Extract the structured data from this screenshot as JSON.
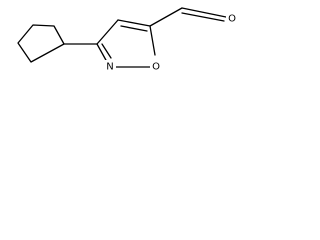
{
  "molecule": {
    "atoms": {
      "ring_nitrogen": "N",
      "ring_oxygen": "O",
      "aldehyde_oxygen": "O"
    }
  }
}
